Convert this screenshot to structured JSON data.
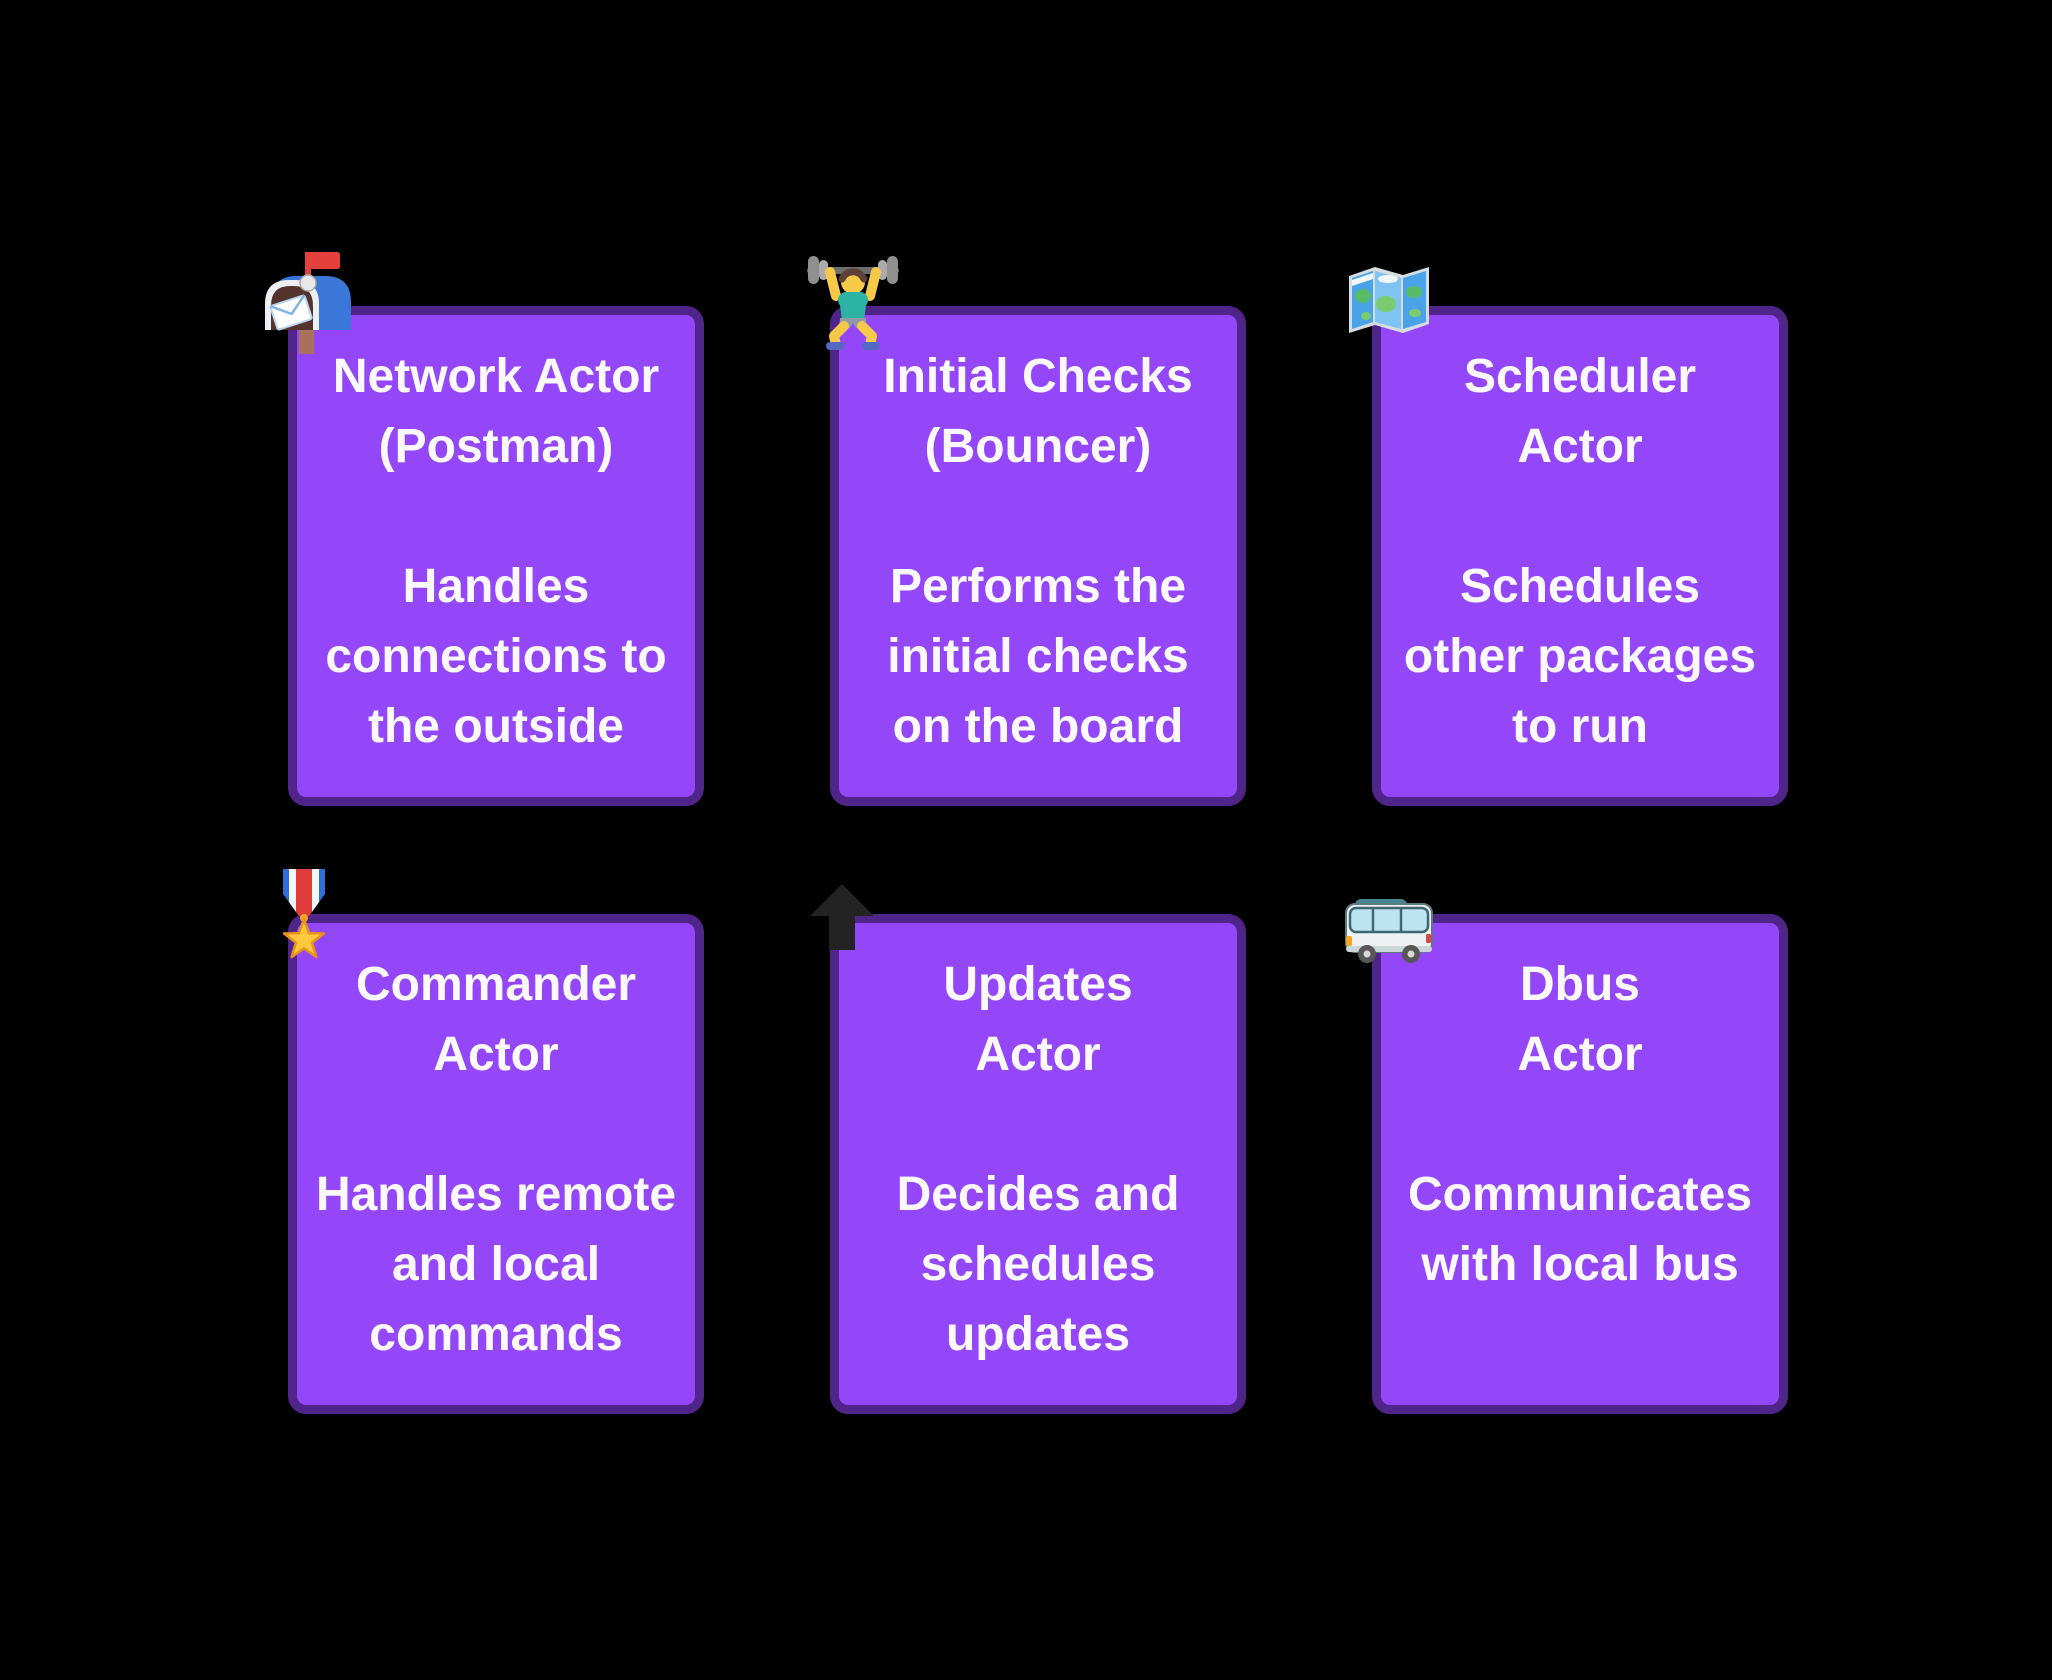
{
  "colors": {
    "background": "#000000",
    "card_fill": "#9447F8",
    "card_border": "#50258A",
    "text": "#FAF9FF",
    "arrow_icon": "#232323"
  },
  "cards": [
    {
      "icon": "mailbox-icon",
      "title": "Network Actor\n(Postman)",
      "body": "Handles\nconnections to\nthe outside"
    },
    {
      "icon": "weightlifter-icon",
      "title": "Initial Checks\n(Bouncer)",
      "body": "Performs the\ninitial checks\non the board"
    },
    {
      "icon": "world-map-icon",
      "title": "Scheduler\nActor",
      "body": "Schedules\nother packages\nto run"
    },
    {
      "icon": "military-medal-icon",
      "title": "Commander\nActor",
      "body": "Handles remote\nand local\ncommands"
    },
    {
      "icon": "arrow-up-icon",
      "title": "Updates\nActor",
      "body": "Decides and\nschedules\nupdates"
    },
    {
      "icon": "minibus-icon",
      "title": "Dbus\nActor",
      "body": "Communicates\nwith local bus"
    }
  ]
}
